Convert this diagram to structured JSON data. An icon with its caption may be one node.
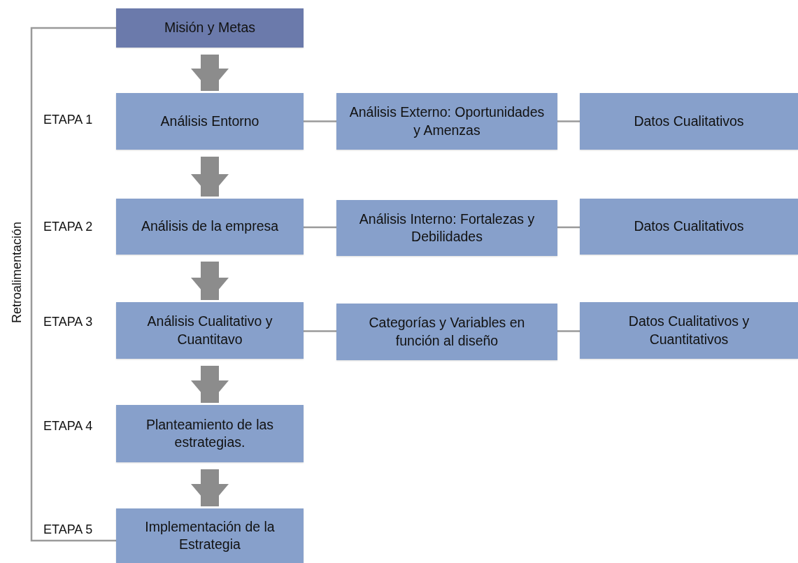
{
  "diagram": {
    "nodes": [
      {
        "text": [
          "Misión y Metas"
        ]
      },
      {
        "text": [
          "Análisis Entorno"
        ],
        "beside": [
          "ETAPA 1"
        ]
      },
      {
        "text": [
          "Análisis Externo: Oportunidades y Amenzas"
        ]
      },
      {
        "text": [
          "Datos Cualitativos"
        ]
      },
      {
        "text": [
          "Análisis de la empresa"
        ],
        "beside": [
          "ETAPA 2"
        ]
      },
      {
        "text": [
          "Análisis Interno: Fortalezas y Debilidades"
        ]
      },
      {
        "text": [
          "Datos Cualitativos"
        ]
      },
      {
        "text": [
          "Análisis Cualitativo y Cuantitavo"
        ],
        "beside": [
          "ETAPA 3"
        ]
      },
      {
        "text": [
          "Categorías y Variables en función al diseño"
        ]
      },
      {
        "text": [
          "Datos Cualitativos y Cuantitativos"
        ]
      },
      {
        "text": [
          "Planteamiento de las estrategias."
        ],
        "beside": [
          "ETAPA 4"
        ]
      },
      {
        "text": [
          "Implementación de la Estrategia"
        ],
        "beside": [
          "ETAPA 5"
        ]
      }
    ],
    "edges": [
      {
        "from": 0,
        "to": 1,
        "arrow": "to",
        "style": "thick"
      },
      {
        "from": 1,
        "to": 4,
        "arrow": "to",
        "style": "thick"
      },
      {
        "from": 4,
        "to": 7,
        "arrow": "to",
        "style": "thick"
      },
      {
        "from": 7,
        "to": 10,
        "arrow": "to",
        "style": "thick"
      },
      {
        "from": 10,
        "to": 11,
        "arrow": "to",
        "style": "thick"
      },
      {
        "from": 1,
        "to": 2,
        "arrow": "none"
      },
      {
        "from": 2,
        "to": 3,
        "arrow": "none"
      },
      {
        "from": 4,
        "to": 5,
        "arrow": "none"
      },
      {
        "from": 5,
        "to": 6,
        "arrow": "none"
      },
      {
        "from": 7,
        "to": 8,
        "arrow": "none"
      },
      {
        "from": 8,
        "to": 9,
        "arrow": "none"
      },
      {
        "from": 11,
        "to": 0,
        "arrow": "none",
        "label": "Retroalimentación"
      }
    ]
  }
}
